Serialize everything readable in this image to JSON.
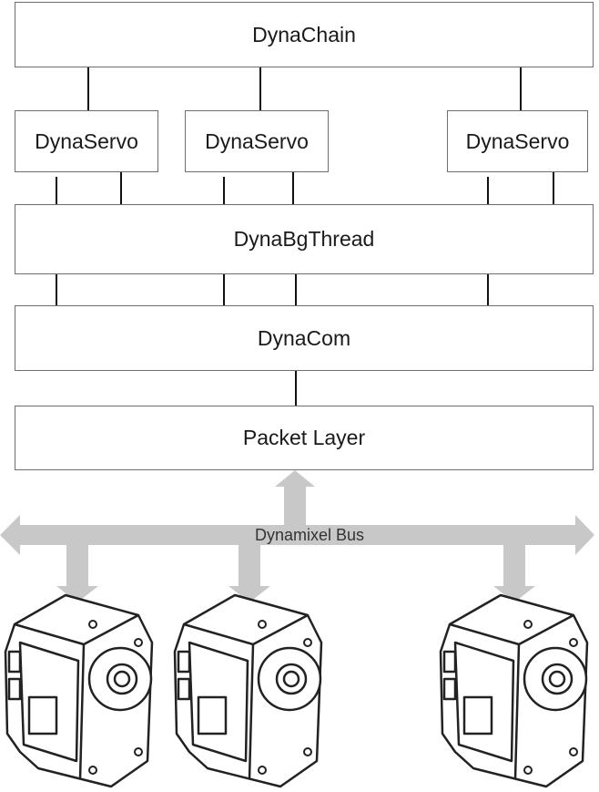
{
  "diagram": {
    "dynachain": "DynaChain",
    "servos": [
      {
        "label": "DynaServo"
      },
      {
        "label": "DynaServo"
      },
      {
        "label": "DynaServo"
      }
    ],
    "dynabgthread": "DynaBgThread",
    "dynacom": "DynaCom",
    "packet_layer": "Packet Layer",
    "bus_label": "Dynamixel Bus"
  },
  "colors": {
    "arrow": "#c8c8c8",
    "box_border": "#6e6e6e",
    "line": "#111111"
  }
}
